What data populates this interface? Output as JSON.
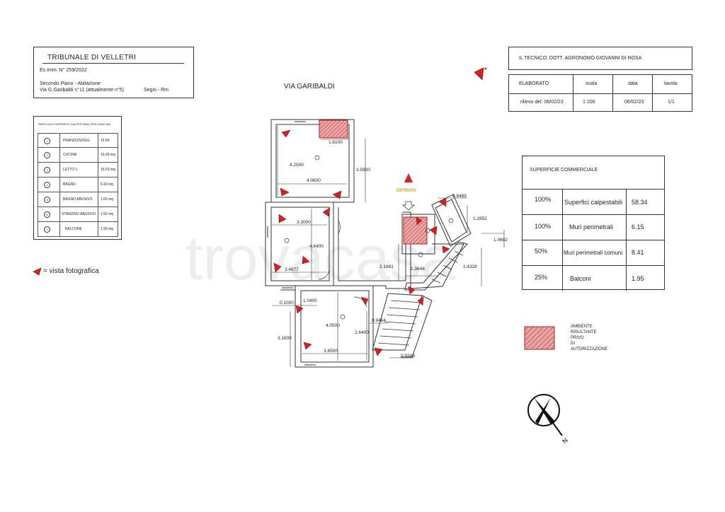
{
  "court": {
    "title": "TRIBUNALE DI VELLETRI",
    "procedure": "Es.Imm.  N° 259/2022",
    "floor": "Secondo Piano  -  Abitazione",
    "address": "Via G.Garibaldi n°11  (attualmente n°5)",
    "town": "Segni - Rm"
  },
  "technician": "IL TECNICO: DOTT. AGRONOMO GIOVANNI DI ROSA",
  "title_block": {
    "headers": [
      "ELABORATO",
      "scala",
      "data",
      "tavola"
    ],
    "values": [
      "rilievo del: 06/02/23",
      "1:100",
      "06/02/23",
      "1/1"
    ]
  },
  "rooms_table": {
    "title": "RIEPILOGO SUPERFICI CALPESTABILI PER VANO MQ",
    "rows": [
      {
        "num": "1",
        "name": "PRANZO/SOGG.",
        "area": "15.59"
      },
      {
        "num": "2",
        "name": "CUCINA",
        "area": "15.69 mq"
      },
      {
        "num": "3",
        "name": "LETTO 1",
        "area": "16.53 mq"
      },
      {
        "num": "4",
        "name": "BAGNO",
        "area": "6.43 mq"
      },
      {
        "num": "5",
        "name": "BAGNO ABUSIVO",
        "area": "1.66 mq"
      },
      {
        "num": "6",
        "name": "STANZINO ABUSIVO",
        "area": "1.60 mq"
      },
      {
        "num": "7",
        "name": "BALCONE",
        "area": "1.95 mq"
      }
    ]
  },
  "legend_photo": "= vista fotografica",
  "street": "VIA GARIBALDI",
  "entrance": "ENTRATA",
  "commercial": {
    "title": "SUPERFICIE COMMERCIALE",
    "rows": [
      {
        "pct": "100%",
        "label": "Superfici calpestabili",
        "value": "58.34"
      },
      {
        "pct": "100%",
        "label": "Muri perimetrali",
        "value": "6.15"
      },
      {
        "pct": "50%",
        "label": "Muri perimetrali comuni",
        "value": "8.41"
      },
      {
        "pct": "25%",
        "label": "Balconi",
        "value": "1.95"
      }
    ]
  },
  "unauthorized_legend": [
    "AMBIENTE",
    "RISULTANTE",
    "PRIVO",
    "DI",
    "AUTORIZZAZIONE"
  ],
  "north": "N",
  "dimensions": {
    "d1": "1.6100",
    "d2": "4.2500",
    "d3": "3.5900",
    "d4": "4.0600",
    "d5": "3.3000",
    "d6": "4.6400",
    "d7": "3.4677",
    "d8": "0.1000",
    "d9": "1.0400",
    "d10": "3.1600",
    "d11": "4.0500",
    "d12": "3.8500",
    "d13": "2.6400",
    "d14": "0.9464",
    "d15": "0.9349",
    "d16": "2.1681",
    "d17": "1.3648",
    "d18": "2.4328",
    "d19": "0.8489",
    "d20": "1.2852",
    "d21": "1.0682"
  },
  "watermark": "trovacasa"
}
